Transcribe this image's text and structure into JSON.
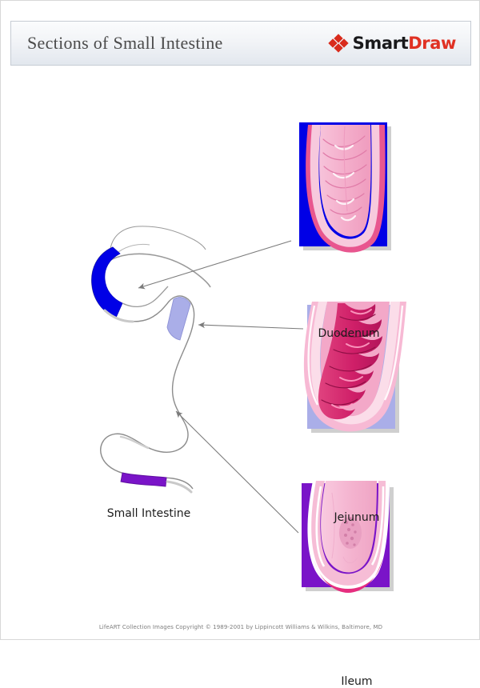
{
  "header": {
    "title": "Sections of Small Intestine",
    "logo": {
      "mark_icon": "smartdraw-diamond-icon",
      "text_part1": "Smart",
      "text_part2": "Draw",
      "color_part1": "#19191b",
      "color_part2": "#e03123",
      "mark_color": "#d92b1c"
    }
  },
  "diagram": {
    "main_label": "Small Intestine",
    "panels": [
      {
        "id": "duodenum",
        "caption": "Duodenum",
        "background_color": "#0000e6",
        "tissue_color": "#f2a8c8",
        "segment_color": "#0000e6"
      },
      {
        "id": "jejunum",
        "caption": "Jejunum",
        "background_color": "#aaaee8",
        "tissue_color": "#d4266e",
        "segment_color": "#aaaee8"
      },
      {
        "id": "ileum",
        "caption": "Ileum",
        "background_color": "#7a14c8",
        "tissue_color": "#f4b3cf",
        "segment_color": "#7a14c8"
      }
    ],
    "arrow_color": "#808080",
    "outline_color": "#555555"
  },
  "footer": {
    "copyright": "LifeART Collection Images Copyright © 1989-2001 by Lippincott Williams & Wilkins, Baltimore, MD"
  }
}
